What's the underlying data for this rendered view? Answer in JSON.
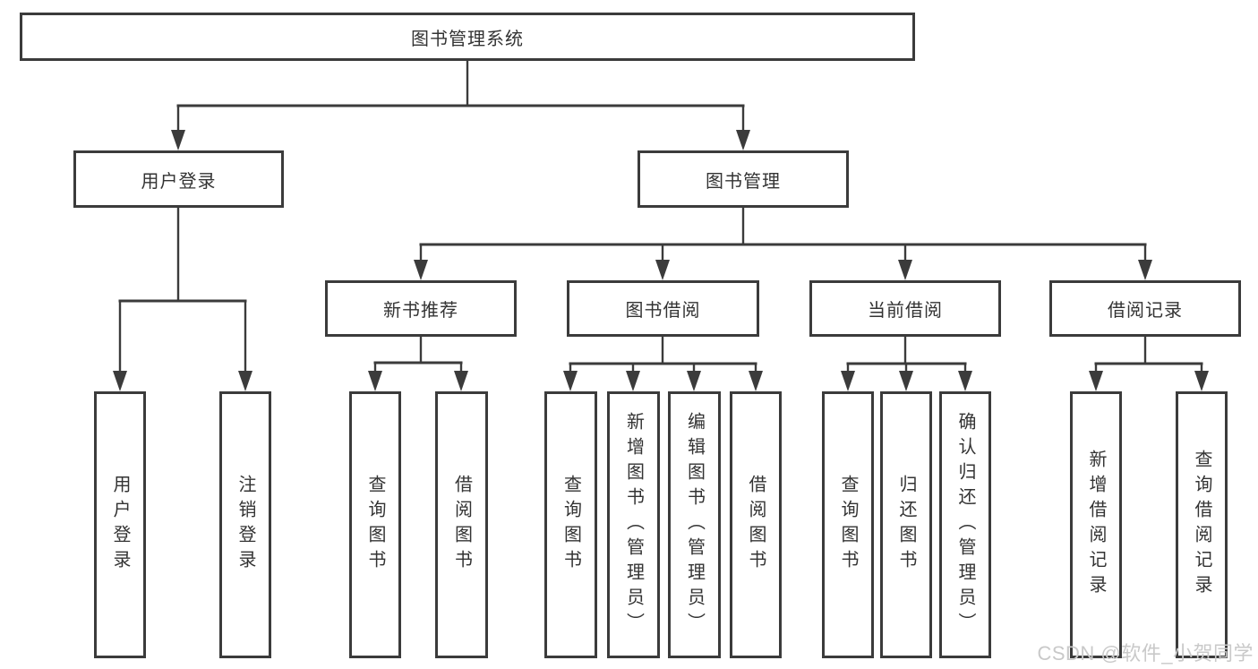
{
  "root": {
    "label": "图书管理系统"
  },
  "branches": {
    "user_login": {
      "label": "用户登录",
      "children": {
        "login": {
          "label": "用户登录"
        },
        "logout": {
          "label": "注销登录"
        }
      }
    },
    "book_mgmt": {
      "label": "图书管理",
      "sections": {
        "new_book_rec": {
          "label": "新书推荐",
          "children": {
            "query": {
              "label": "查询图书"
            },
            "borrow": {
              "label": "借阅图书"
            }
          }
        },
        "book_borrow": {
          "label": "图书借阅",
          "children": {
            "query": {
              "label": "查询图书"
            },
            "add": {
              "label": "新增图书（管理员）"
            },
            "edit": {
              "label": "编辑图书（管理员）"
            },
            "borrow": {
              "label": "借阅图书"
            }
          }
        },
        "current_borrow": {
          "label": "当前借阅",
          "children": {
            "query": {
              "label": "查询图书"
            },
            "return_book": {
              "label": "归还图书"
            },
            "confirm_return": {
              "label": "确认归还（管理员）"
            }
          }
        },
        "borrow_records": {
          "label": "借阅记录",
          "children": {
            "add": {
              "label": "新增借阅记录"
            },
            "query": {
              "label": "查询借阅记录"
            }
          }
        }
      }
    }
  },
  "watermark": {
    "text": "CSDN @软件_小贺同学"
  },
  "colors": {
    "line": "#3b3b3b",
    "text": "#333333",
    "watermark": "#c9c9c9",
    "background": "#ffffff"
  }
}
